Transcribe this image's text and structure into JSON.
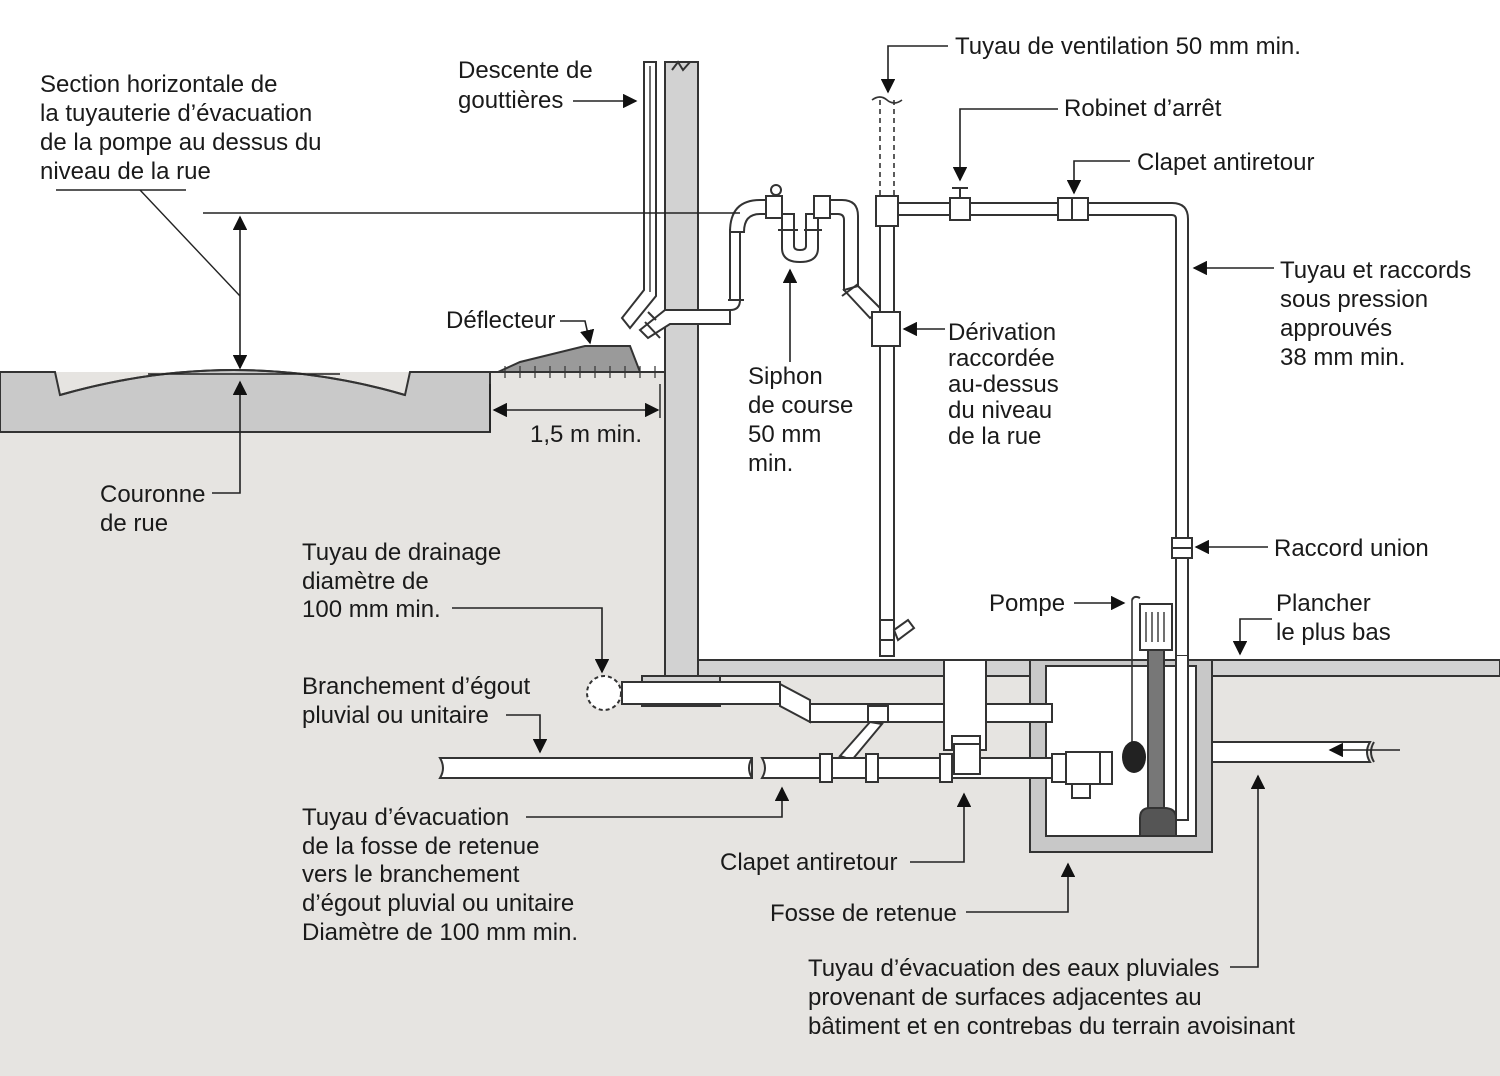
{
  "labels": {
    "section_horizontale": [
      "Section horizontale de",
      "la tuyauterie d’évacuation",
      "de la pompe au dessus du",
      "niveau de la rue"
    ],
    "descente": [
      "Descente de",
      "gouttières"
    ],
    "ventilation": "Tuyau de ventilation 50 mm min.",
    "robinet": "Robinet d’arrêt",
    "clapet_haut": "Clapet antiretour",
    "tuyau_pression": [
      "Tuyau et raccords",
      "sous pression",
      "approuvés",
      "38 mm min."
    ],
    "deflecteur": "Déflecteur",
    "distance": "1,5 m min.",
    "siphon": [
      "Siphon",
      "de course",
      "50 mm",
      "min."
    ],
    "derivation": [
      "Dérivation",
      "raccordée",
      "au-dessus",
      "du niveau",
      "de la rue"
    ],
    "couronne": [
      "Couronne",
      "de rue"
    ],
    "raccord_union": "Raccord union",
    "drainage": [
      "Tuyau de drainage",
      "diamètre de",
      "100 mm min."
    ],
    "pompe": "Pompe",
    "plancher": [
      "Plancher",
      "le plus bas"
    ],
    "branchement": [
      "Branchement d’égout",
      "pluvial ou unitaire"
    ],
    "evacuation_fosse": [
      "Tuyau d’évacuation",
      "de la fosse de retenue",
      "vers le branchement",
      "d’égout pluvial ou unitaire",
      "Diamètre de 100 mm min."
    ],
    "clapet_bas": "Clapet antiretour",
    "fosse": "Fosse de retenue",
    "eaux_pluviales": [
      "Tuyau d’évacuation des eaux pluviales",
      "provenant de surfaces adjacentes au",
      "bâtiment et en contrebas du terrain avoisinant"
    ]
  },
  "colors": {
    "ground": "#e6e4e1",
    "road": "#c9c9c9",
    "wall": "#d2d2d2",
    "outline": "#333333"
  }
}
